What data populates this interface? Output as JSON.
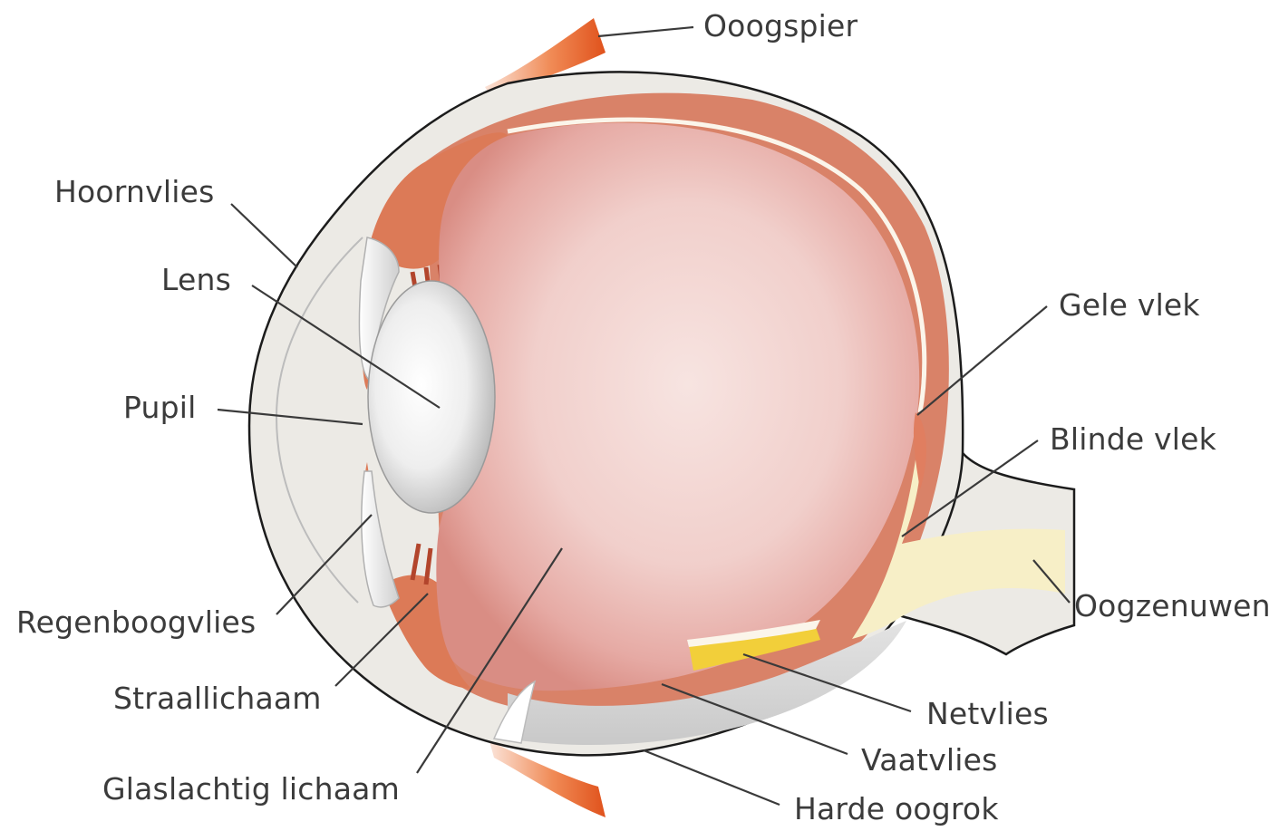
{
  "diagram": {
    "labels": {
      "ooogspier": "Ooogspier",
      "hoornvlies": "Hoornvlies",
      "lens": "Lens",
      "pupil": "Pupil",
      "regenboogvlies": "Regenboogvlies",
      "straallichaam": "Straallichaam",
      "glaslachtig": "Glaslachtig lichaam",
      "gele_vlek": "Gele vlek",
      "blinde_vlek": "Blinde vlek",
      "oogzenuwen": "Oogzenuwen",
      "netvlies": "Netvlies",
      "vaatvlies": "Vaatvlies",
      "harde_oogrok": "Harde oogrok"
    },
    "colors": {
      "sclera": "#eceae5",
      "outline": "#1c1c1c",
      "choroid": "#d98268",
      "vitreous_center": "#f6dfdc",
      "vitreous_edge": "#d9a0a0",
      "lens": "#d6d6d6",
      "muscle": "#e4622a",
      "nerve": "#f7efc7",
      "macula_yellow": "#f2cf3a",
      "leader": "#3a3a3a",
      "text": "#3b3b3b"
    }
  }
}
